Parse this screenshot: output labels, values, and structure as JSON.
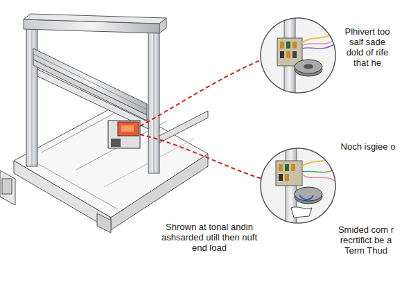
{
  "diagram": {
    "labels": [
      "Plhivert too salf sade dold of rife that he",
      "Noch isgiee o",
      "Smided com r recrtifict be a Term Thud",
      "Shrown at tonal andin ashsarded utill then nuft end load"
    ]
  }
}
